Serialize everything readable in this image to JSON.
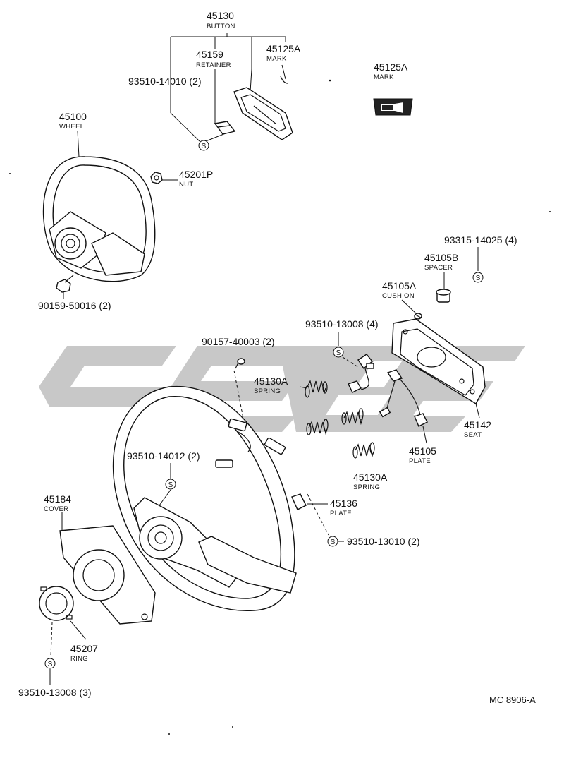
{
  "diagram": {
    "code": "MC 8906-A",
    "callouts": [
      {
        "id": "c45130",
        "number": "45130",
        "name": "BUTTON"
      },
      {
        "id": "c45159",
        "number": "45159",
        "name": "RETAINER"
      },
      {
        "id": "c45125a1",
        "number": "45125A",
        "name": "MARK"
      },
      {
        "id": "c45125a2",
        "number": "45125A",
        "name": "MARK"
      },
      {
        "id": "c9351014010",
        "number": "93510-14010 (2)",
        "name": ""
      },
      {
        "id": "c45100",
        "number": "45100",
        "name": "WHEEL"
      },
      {
        "id": "c45201p",
        "number": "45201P",
        "name": "NUT"
      },
      {
        "id": "c9015950016",
        "number": "90159-50016 (2)",
        "name": ""
      },
      {
        "id": "c9331514025",
        "number": "93315-14025 (4)",
        "name": ""
      },
      {
        "id": "c45105b",
        "number": "45105B",
        "name": "SPACER"
      },
      {
        "id": "c45105a",
        "number": "45105A",
        "name": "CUSHION"
      },
      {
        "id": "c9351013008a",
        "number": "93510-13008 (4)",
        "name": ""
      },
      {
        "id": "c9015740003",
        "number": "90157-40003 (2)",
        "name": ""
      },
      {
        "id": "c45130a1",
        "number": "45130A",
        "name": "SPRING"
      },
      {
        "id": "c45142",
        "number": "45142",
        "name": "SEAT"
      },
      {
        "id": "c45105",
        "number": "45105",
        "name": "PLATE"
      },
      {
        "id": "c9351014012",
        "number": "93510-14012 (2)",
        "name": ""
      },
      {
        "id": "c45130a2",
        "number": "45130A",
        "name": "SPRING"
      },
      {
        "id": "c45136",
        "number": "45136",
        "name": "PLATE"
      },
      {
        "id": "c9351013010",
        "number": "93510-13010 (2)",
        "name": ""
      },
      {
        "id": "c45184",
        "number": "45184",
        "name": "COVER"
      },
      {
        "id": "c45207",
        "number": "45207",
        "name": "RING"
      },
      {
        "id": "c9351013008b",
        "number": "93510-13008 (3)",
        "name": ""
      }
    ],
    "screw_marker": "S"
  }
}
